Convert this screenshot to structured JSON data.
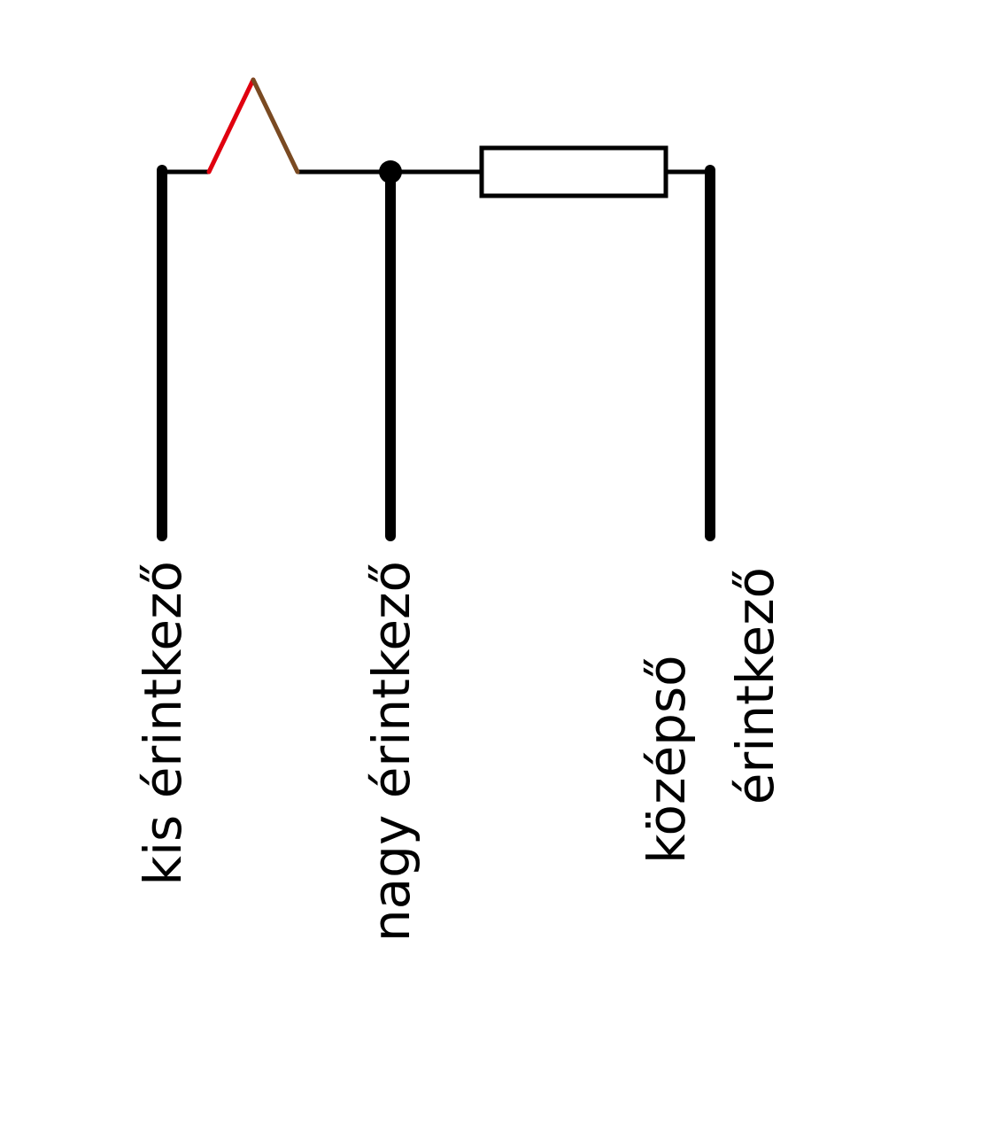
{
  "diagram": {
    "colors": {
      "wire": "#000000",
      "thermocouple_positive": "#e0000f",
      "thermocouple_negative": "#7a4a22",
      "resistor_fill": "#ffffff"
    },
    "labels": {
      "small_contact": "kis érintkező",
      "large_contact": "nagy érintkező",
      "middle_contact_line1": "középső",
      "middle_contact_line2": "érintkező"
    },
    "components": [
      "thermocouple",
      "junction-node",
      "resistor"
    ]
  }
}
